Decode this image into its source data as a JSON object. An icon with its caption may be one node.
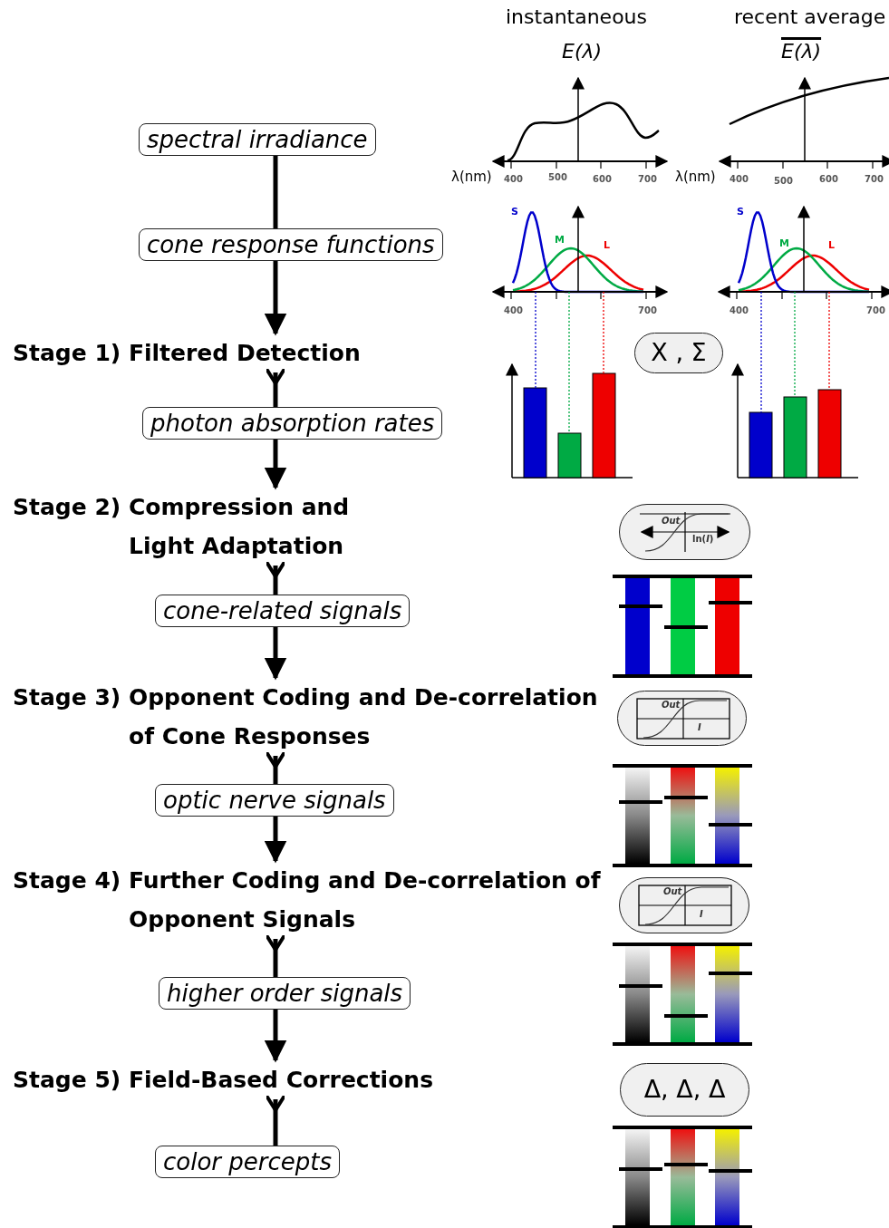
{
  "diagram": {
    "nodes": [
      {
        "text": [
          "spectral irradiance"
        ]
      },
      {
        "text": [
          "cone response functions"
        ]
      },
      {
        "text": [
          "Stage 1) Filtered Detection"
        ]
      },
      {
        "text": [
          "photon absorption rates"
        ]
      },
      {
        "text": [
          "Stage 2) Compression and Light Adaptation"
        ]
      },
      {
        "text": [
          "cone-related signals"
        ]
      },
      {
        "text": [
          "Stage 3) Opponent Coding and De-correlation of Cone Responses"
        ]
      },
      {
        "text": [
          "optic nerve signals"
        ]
      },
      {
        "text": [
          "Stage 4) Further Coding and De-correlation of Opponent Signals"
        ]
      },
      {
        "text": [
          "higher order signals"
        ]
      },
      {
        "text": [
          "Stage 5) Field-Based Corrections"
        ]
      },
      {
        "text": [
          "color percepts"
        ]
      },
      {
        "text": [
          "X , Σ"
        ]
      },
      {
        "text": [
          "Out",
          "ln(*I*)"
        ]
      },
      {
        "text": [
          "Out",
          "I"
        ]
      },
      {
        "text": [
          "Out",
          "I"
        ]
      },
      {
        "text": [
          "Δ, Δ, Δ"
        ]
      }
    ],
    "edges": [
      {
        "from": 0,
        "to": 1,
        "arrow": "none"
      },
      {
        "from": 1,
        "to": 2,
        "arrow": "to"
      },
      {
        "from": 2,
        "to": 3,
        "arrow": "other"
      },
      {
        "from": 3,
        "to": 4,
        "arrow": "to"
      },
      {
        "from": 4,
        "to": 5,
        "arrow": "other"
      },
      {
        "from": 5,
        "to": 6,
        "arrow": "to"
      },
      {
        "from": 6,
        "to": 7,
        "arrow": "other"
      },
      {
        "from": 7,
        "to": 8,
        "arrow": "to"
      },
      {
        "from": 8,
        "to": 9,
        "arrow": "other"
      },
      {
        "from": 9,
        "to": 10,
        "arrow": "to"
      },
      {
        "from": 10,
        "to": 11,
        "arrow": "other"
      }
    ],
    "labels": [
      "instantaneous",
      "recent average",
      "E(λ)",
      "E(λ)",
      "λ(nm)",
      "400",
      "500",
      "600",
      "700",
      "λ(nm)",
      "400",
      "500",
      "600",
      "700",
      "S",
      "M",
      "L",
      "S",
      "M",
      "L",
      "400",
      "700",
      "400",
      "700"
    ]
  }
}
